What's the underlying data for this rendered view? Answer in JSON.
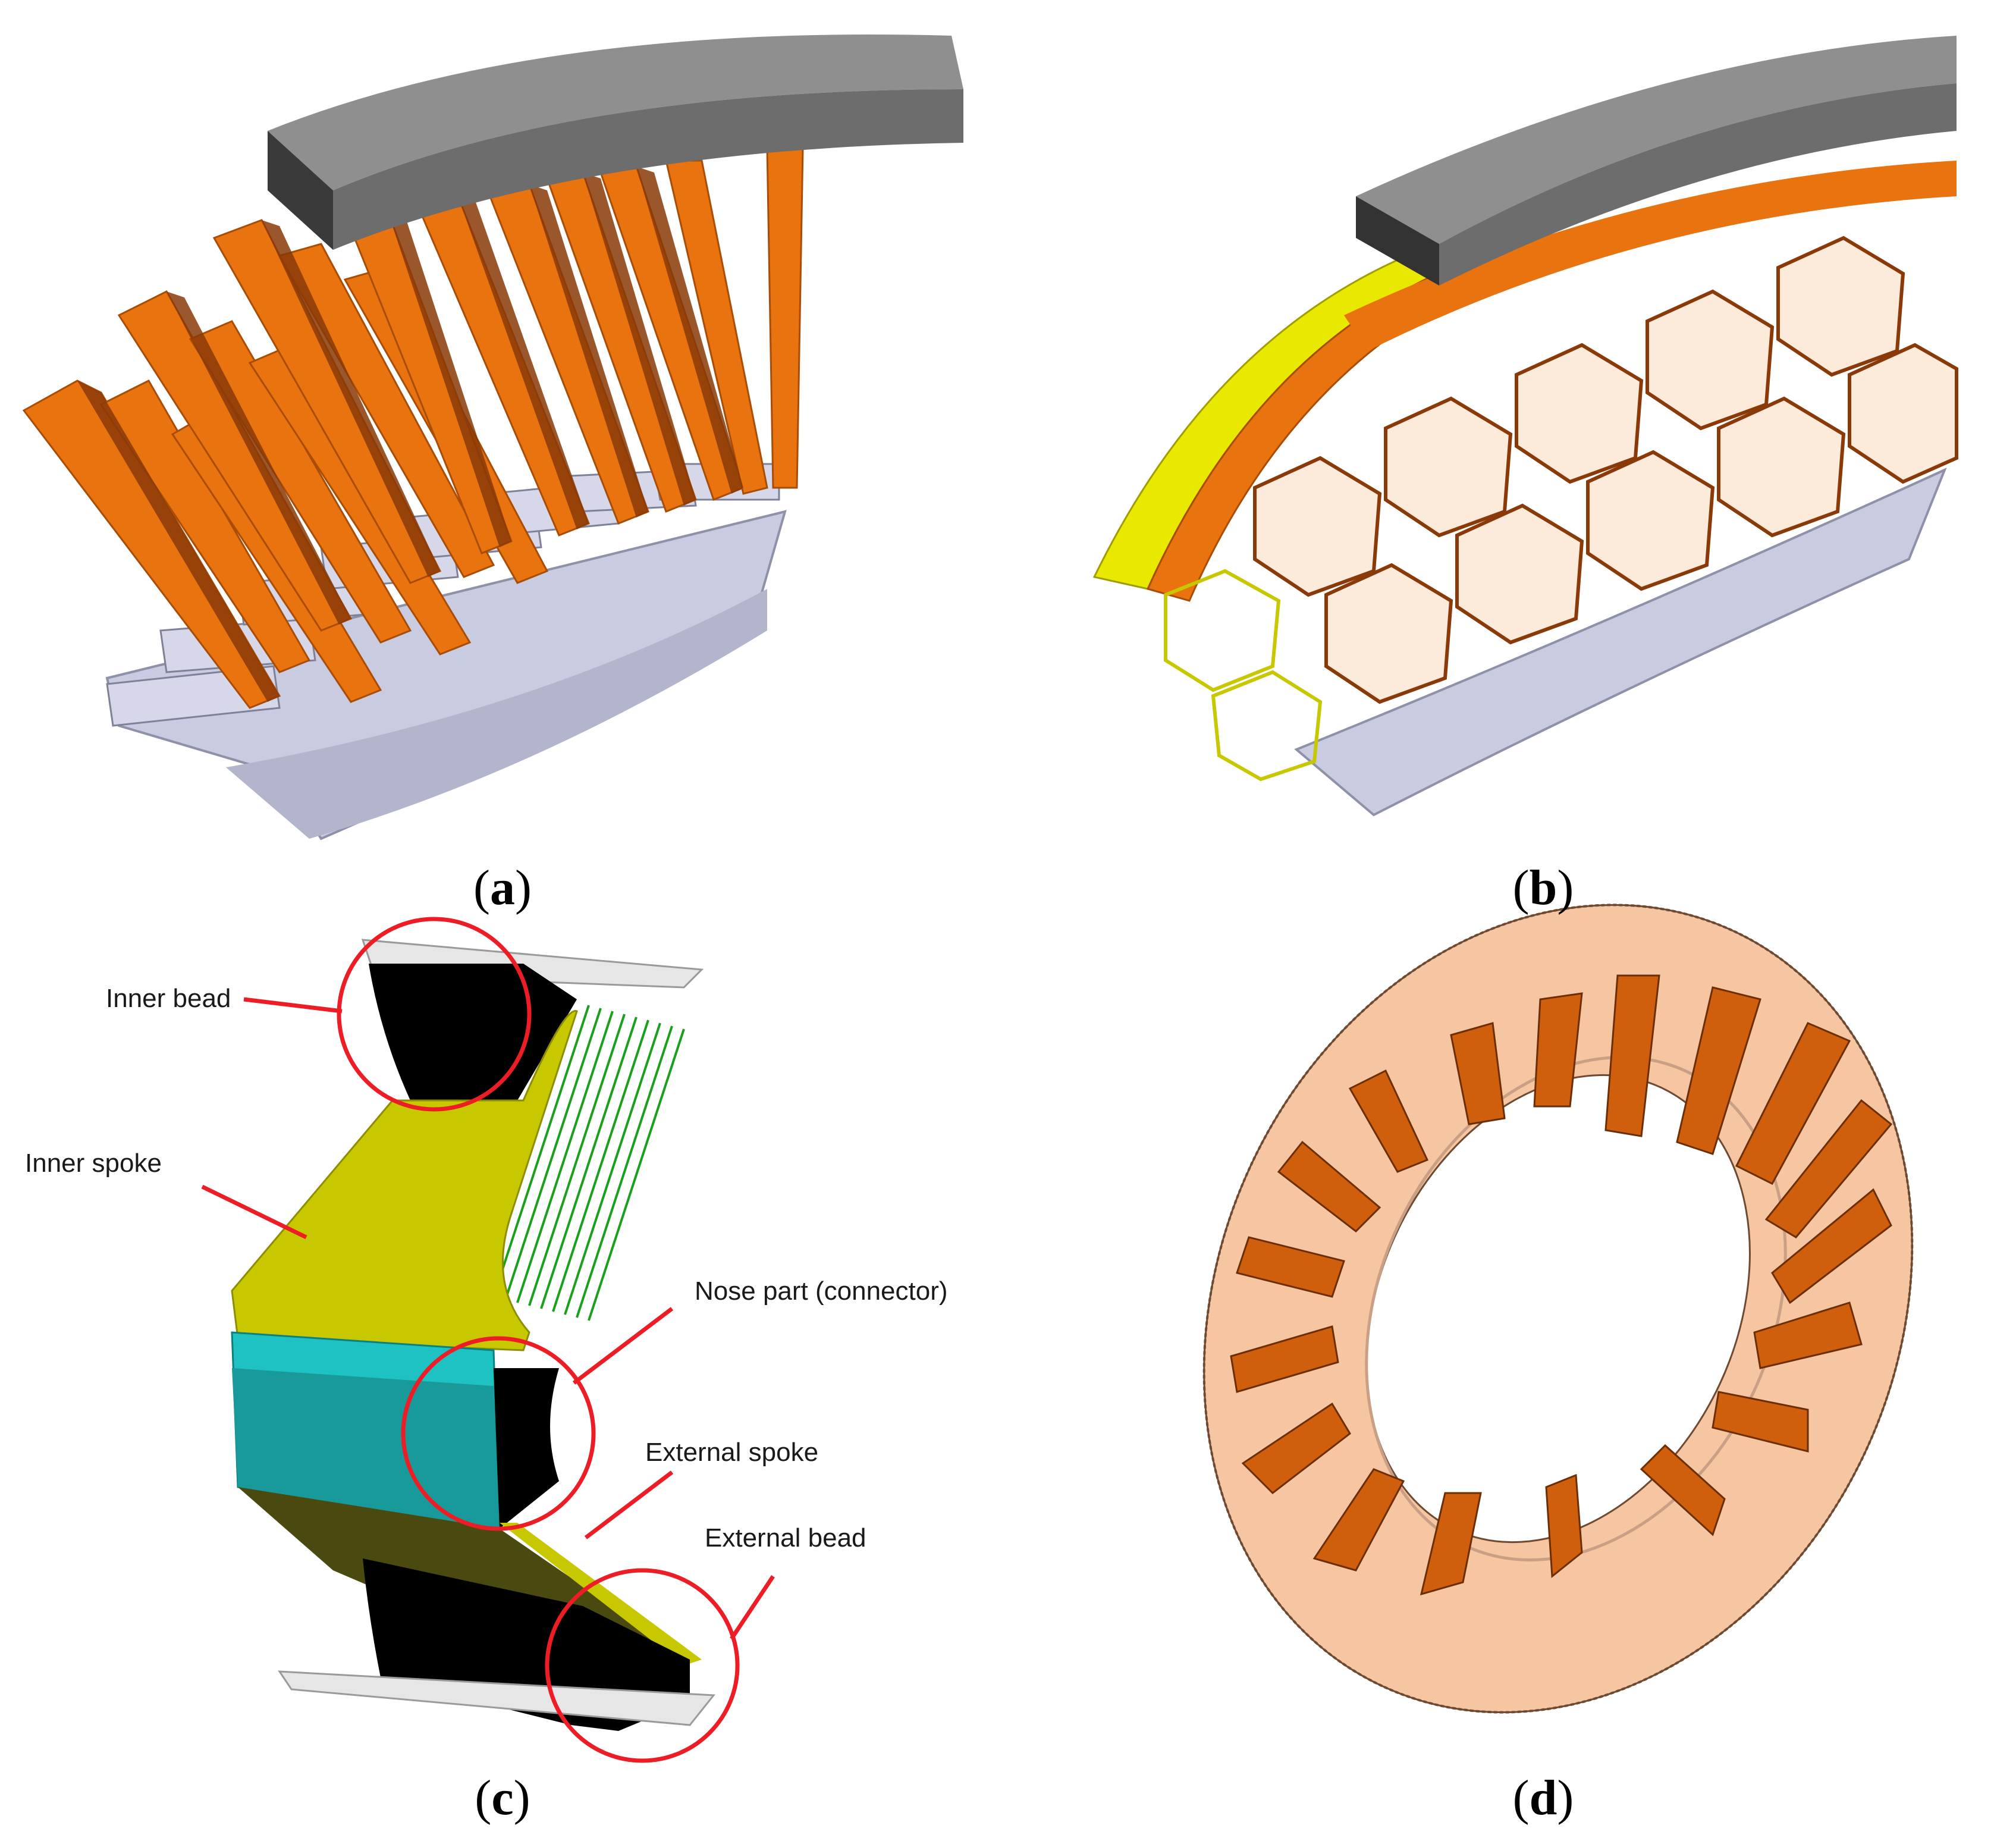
{
  "captions": {
    "a": {
      "open": "(",
      "letter": "a",
      "close": ")"
    },
    "b": {
      "open": "(",
      "letter": "b",
      "close": ")"
    },
    "c": {
      "open": "(",
      "letter": "c",
      "close": ")"
    },
    "d": {
      "open": "(",
      "letter": "d",
      "close": ")"
    }
  },
  "panel_c": {
    "labels": {
      "inner_bead": "Inner bead",
      "inner_spoke": "Inner spoke",
      "nose_part": "Nose part (connector)",
      "external_spoke": "External spoke",
      "external_bead": "External bead"
    }
  },
  "colors": {
    "spoke_orange": "#e8730f",
    "spoke_dark": "#8a3a08",
    "tread_grey": "#8f8f8f",
    "hub_lavender": "#c9cbe0",
    "yellow_layer": "#e8e800",
    "spoke_olive": "#c8c800",
    "nose_cyan": "#1fc2c2",
    "bead_black": "#000000",
    "reinforcement_green": "#1aa01a",
    "ring_peach": "#f6c6a2",
    "callout_red": "#ee1c25"
  }
}
